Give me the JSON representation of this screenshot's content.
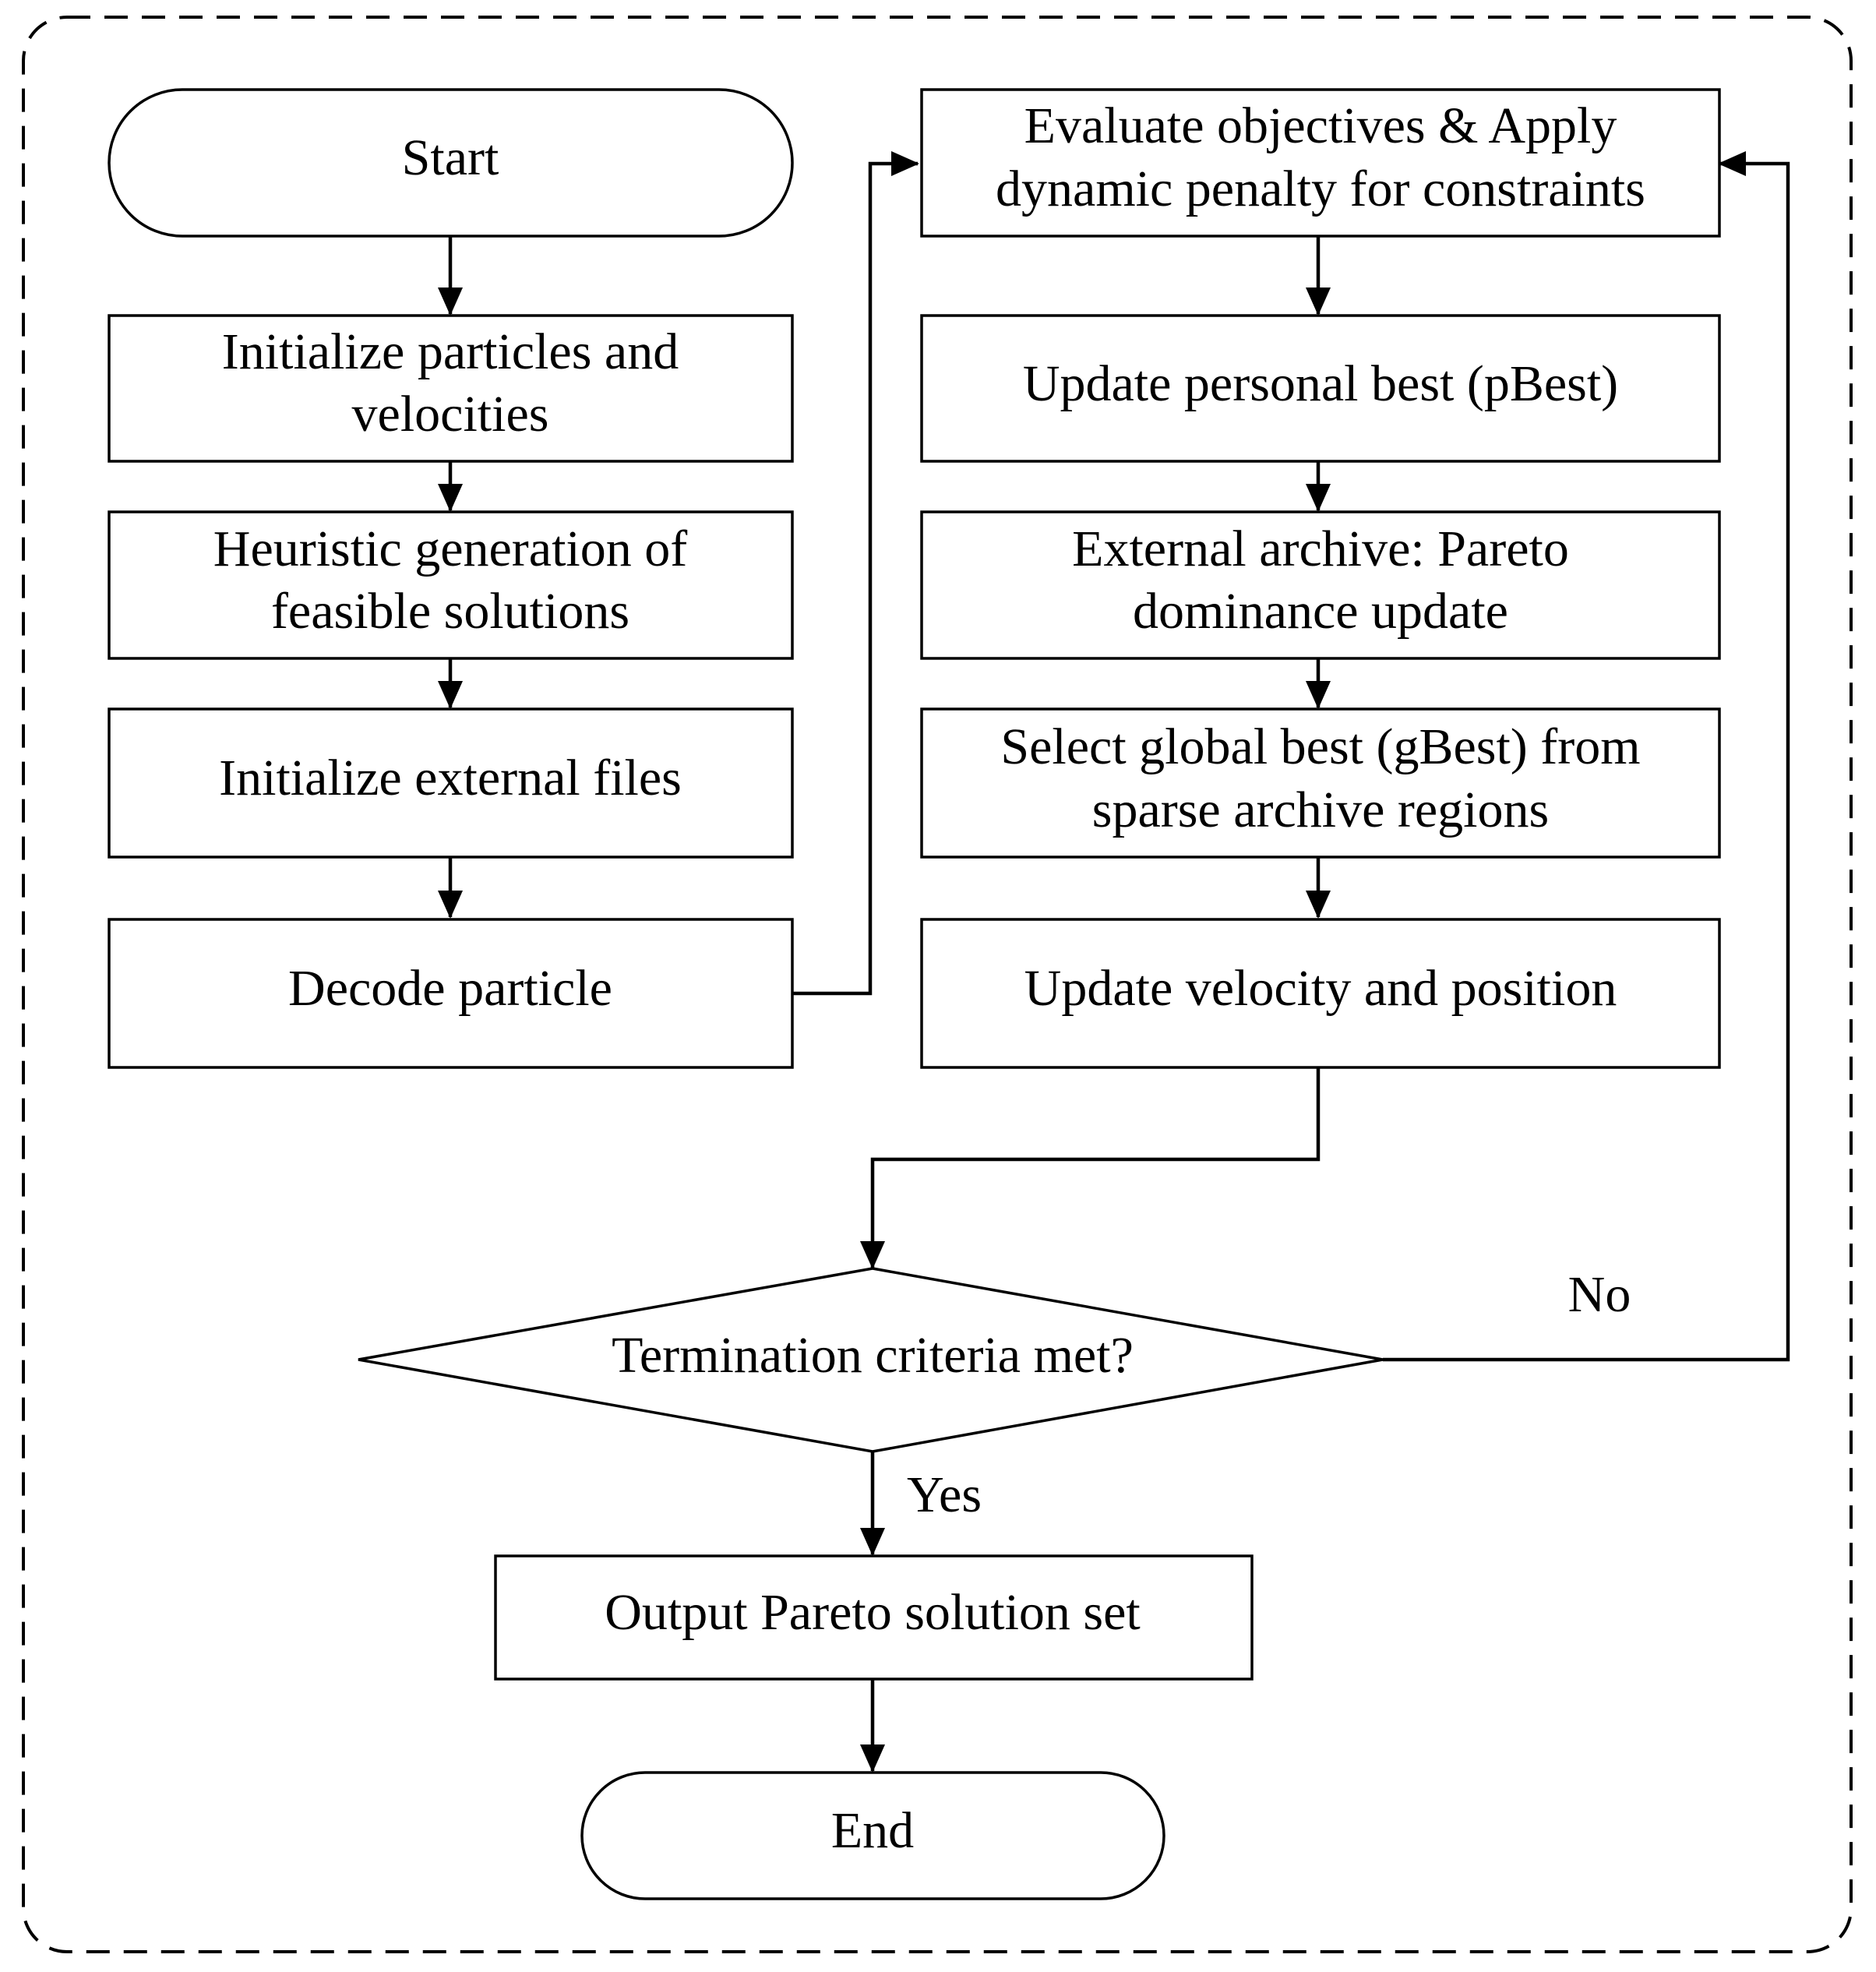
{
  "nodes": {
    "start": "Start",
    "init_particles": [
      "Initialize particles and",
      "velocities"
    ],
    "heuristic": [
      "Heuristic generation of",
      "feasible solutions"
    ],
    "init_files": "Initialize external files",
    "decode": "Decode particle",
    "evaluate": [
      "Evaluate objectives & Apply",
      "dynamic penalty for constraints"
    ],
    "pbest": "Update personal best (pBest)",
    "archive": [
      "External archive: Pareto",
      "dominance update"
    ],
    "gbest": [
      "Select global best (gBest) from",
      "sparse archive regions"
    ],
    "update_vp": "Update velocity and position",
    "termination": "Termination criteria met?",
    "output": "Output Pareto solution set",
    "end": "End"
  },
  "edge_labels": {
    "no": "No",
    "yes": "Yes"
  }
}
